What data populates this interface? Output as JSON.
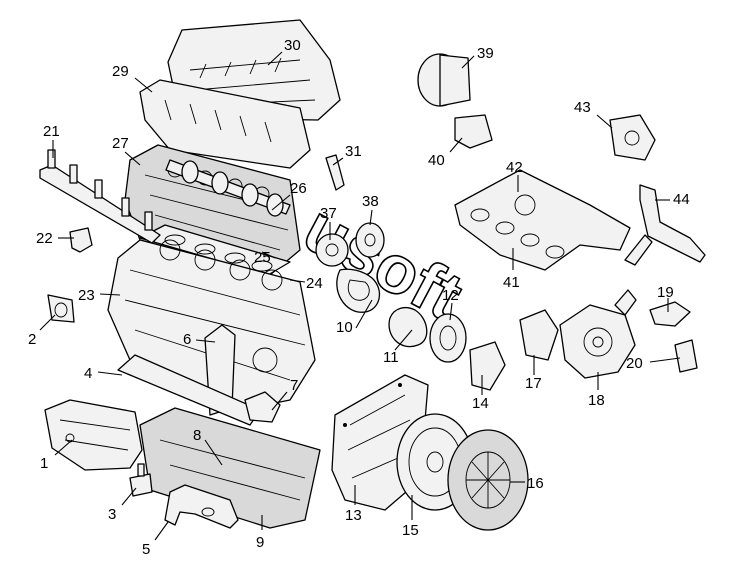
{
  "callouts": [
    {
      "id": "1",
      "text": "1"
    },
    {
      "id": "2",
      "text": "2"
    },
    {
      "id": "3",
      "text": "3"
    },
    {
      "id": "4",
      "text": "4"
    },
    {
      "id": "5",
      "text": "5"
    },
    {
      "id": "6",
      "text": "6"
    },
    {
      "id": "7",
      "text": "7"
    },
    {
      "id": "8",
      "text": "8"
    },
    {
      "id": "9",
      "text": "9"
    },
    {
      "id": "10",
      "text": "10"
    },
    {
      "id": "11",
      "text": "11"
    },
    {
      "id": "12",
      "text": "12"
    },
    {
      "id": "13",
      "text": "13"
    },
    {
      "id": "14",
      "text": "14"
    },
    {
      "id": "15",
      "text": "15"
    },
    {
      "id": "16",
      "text": "16"
    },
    {
      "id": "17",
      "text": "17"
    },
    {
      "id": "18",
      "text": "18"
    },
    {
      "id": "19",
      "text": "19"
    },
    {
      "id": "20",
      "text": "20"
    },
    {
      "id": "21",
      "text": "21"
    },
    {
      "id": "22",
      "text": "22"
    },
    {
      "id": "23",
      "text": "23"
    },
    {
      "id": "24",
      "text": "24"
    },
    {
      "id": "25",
      "text": "25"
    },
    {
      "id": "26",
      "text": "26"
    },
    {
      "id": "27",
      "text": "27"
    },
    {
      "id": "29",
      "text": "29"
    },
    {
      "id": "30",
      "text": "30"
    },
    {
      "id": "31",
      "text": "31"
    },
    {
      "id": "37",
      "text": "37"
    },
    {
      "id": "38",
      "text": "38"
    },
    {
      "id": "39",
      "text": "39"
    },
    {
      "id": "40",
      "text": "40"
    },
    {
      "id": "41",
      "text": "41"
    },
    {
      "id": "42",
      "text": "42"
    },
    {
      "id": "43",
      "text": "43"
    },
    {
      "id": "44",
      "text": "44"
    }
  ],
  "watermark": "usoft"
}
